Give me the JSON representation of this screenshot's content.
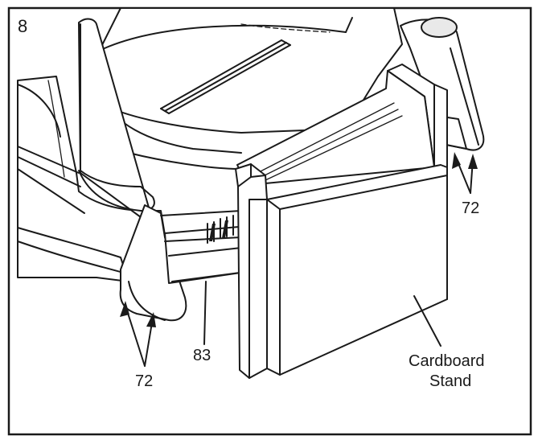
{
  "step_number": "8",
  "labels": {
    "part_72_left": "72",
    "part_72_right": "72",
    "part_83": "83",
    "cardboard_stand_line1": "Cardboard",
    "cardboard_stand_line2": "Stand"
  }
}
